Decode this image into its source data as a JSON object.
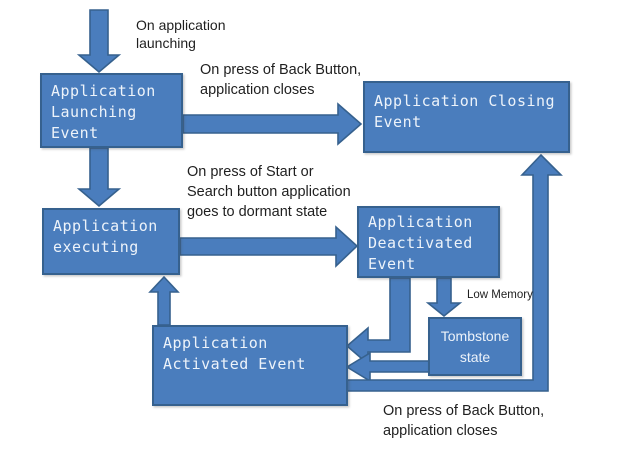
{
  "diagram": {
    "boxes": {
      "launching": {
        "label": "Application\nLaunching\nEvent"
      },
      "closing": {
        "label": "Application Closing\nEvent"
      },
      "executing": {
        "label": "Application\nexecuting"
      },
      "deactivated": {
        "label": "Application\nDeactivated\nEvent"
      },
      "tombstone": {
        "label": "Tombstone\nstate"
      },
      "activated": {
        "label": "Application\nActivated Event"
      }
    },
    "annotations": {
      "on_launch": "On application\nlaunching",
      "back_close_top": "On press of Back Button,\napplication closes",
      "dormant": "On press of Start or\nSearch button application\ngoes to dormant state",
      "low_memory": "Low Memory",
      "back_close_bottom": "On press of Back Button,\napplication closes"
    },
    "colors": {
      "shape_fill": "#4A7DBD",
      "shape_border": "#36618E",
      "box_text": "#EDF3FA",
      "label_text": "#1F1F1F"
    }
  }
}
